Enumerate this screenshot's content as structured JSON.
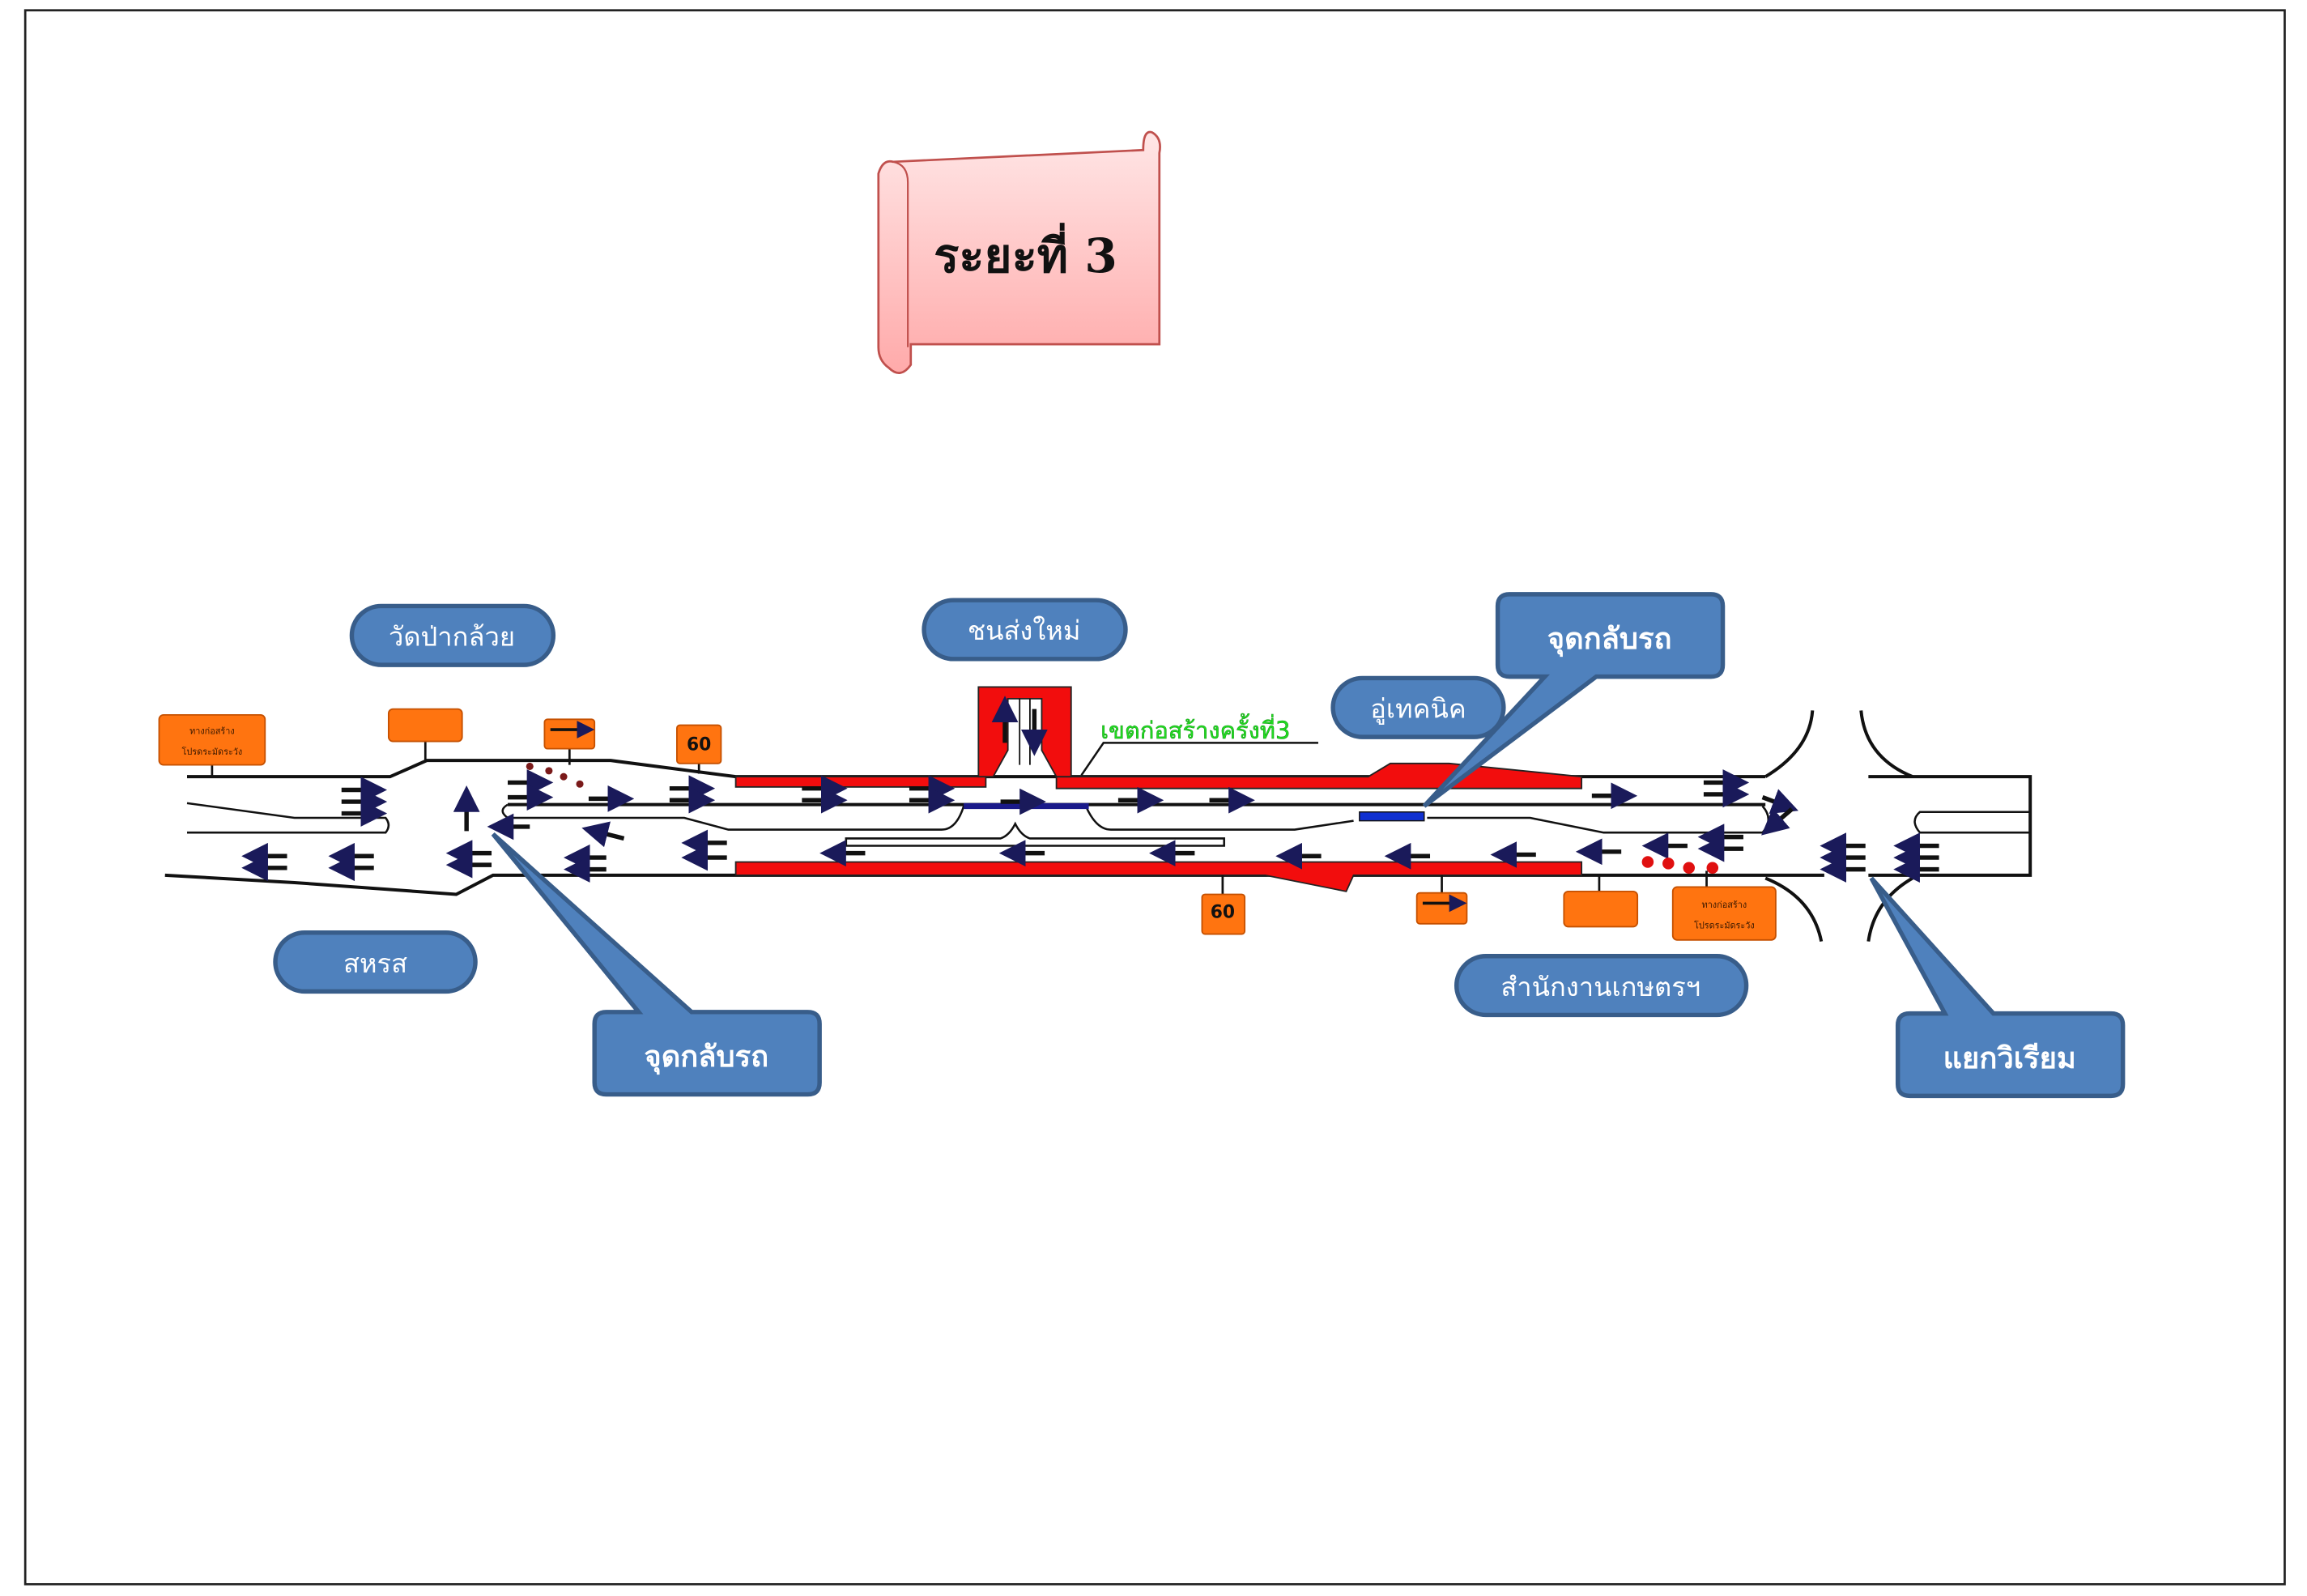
{
  "title": "ระยะที่ 3",
  "zone_label": "เขตก่อสร้างครั้งที่3",
  "labels": {
    "wat_pa_kluai": "วัดป่ากล้วย",
    "chon_song_mai": "ชนส่งใหม่",
    "u_thechnik": "อู่เทคนิค",
    "sahoros": "สหรส",
    "office": "สำนักงานเกษตรฯ",
    "u_turn_top": "จุดกลับรถ",
    "u_turn_bottom": "จุดกลับรถ",
    "yaek_wiriam": "แยกวิเรียม"
  },
  "signs": {
    "construction_line1": "ทางก่อสร้าง",
    "construction_line2": "โปรดระมัดระวัง",
    "speed_limit": "60"
  },
  "colors": {
    "callout": "#4f81bd",
    "callout_border": "#385d8a",
    "construction": "#f20d0d",
    "sign": "#ff7410",
    "zone_text": "#22dd22",
    "banner": "#ffc8c8"
  }
}
